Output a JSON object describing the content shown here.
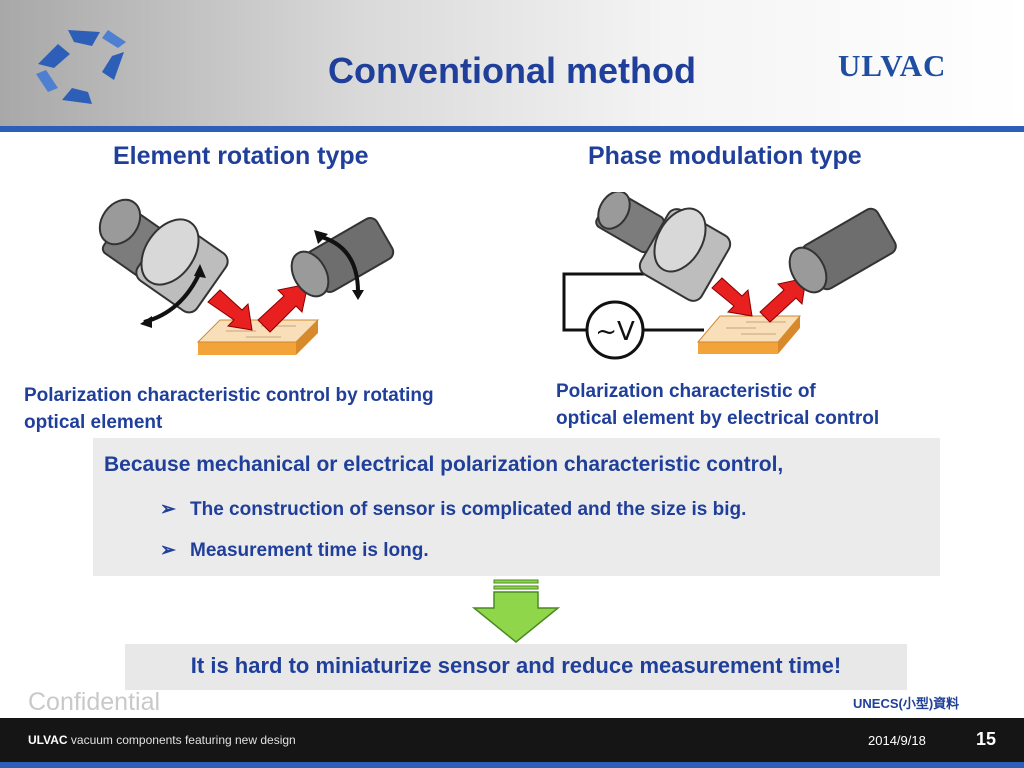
{
  "slide": {
    "title": "Conventional method",
    "brand": "ULVAC",
    "colors": {
      "title": "#1f3f9a",
      "accent_rule": "#2e5fb8",
      "arrow_red": "#e82020",
      "arrow_green": "#8fd64a"
    }
  },
  "left": {
    "heading": "Element rotation type",
    "caption_line1": "Polarization characteristic control by rotating",
    "caption_line2": "optical element"
  },
  "right": {
    "heading": "Phase modulation type",
    "caption_line1": "Polarization characteristic of",
    "caption_line2": "optical element by electrical control",
    "source_symbol": "~V"
  },
  "panel": {
    "lead": "Because mechanical or electrical polarization characteristic control,",
    "bullets": [
      "The construction of sensor is complicated and the size is big.",
      "Measurement time is long."
    ],
    "bullet_marker": "➢"
  },
  "conclusion": "It is hard to miniaturize sensor and reduce measurement time!",
  "watermark": "Confidential",
  "doc_ref": "UNECS(小型)資料",
  "footer": {
    "brand": "ULVAC",
    "tagline": "vacuum components featuring new design",
    "date": "2014/9/18",
    "page": "15"
  }
}
